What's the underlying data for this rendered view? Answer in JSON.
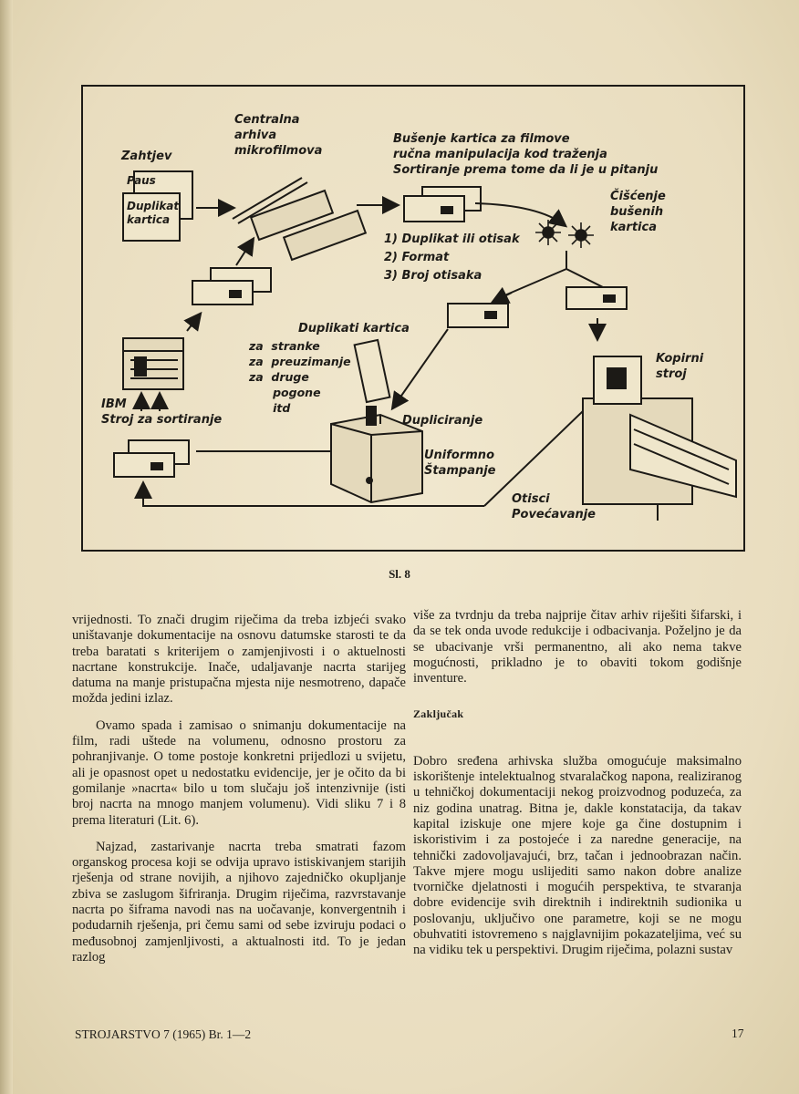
{
  "figure": {
    "zahtjev": "Zahtjev",
    "paus": "Paus",
    "duplikat_kartica": "Duplikat\nkartica",
    "centralna_arhiva": "Centralna\narhiva\nmikrofilmova",
    "busenje": "Bušenje kartica za filmove\nručna manipulacija kod traženja\nSortiranje prema tome da li je u pitanju",
    "ciscenje": "Čišćenje\nbušenih\nkartica",
    "list_items": "1) Duplikat ili otisak\n2) Format\n3) Broj otisaka",
    "duplikati_kartica": "Duplikati kartica",
    "duplikati_list": "za  stranke\nza  preuzimanje\nza  druge\n      pogone\n      itd",
    "ibm": "IBM\nStroj za sortiranje",
    "dupliciranje": "Dupliciranje",
    "uniformno": "Uniformno\nŠtampanje",
    "kopirni": "Kopirni\nstroj",
    "otisci": "Otisci\nPovećavanje"
  },
  "caption": "Sl. 8",
  "left_column": [
    "vrijednosti. To znači drugim riječima da treba izbjeći svako uništavanje dokumentacije na osnovu datumske starosti te da treba baratati s kriterijem o zamjenjivosti i o aktuelnosti nacrtane konstrukcije. Inače, udaljavanje nacrta starijeg datuma na manje pristupačna mjesta nije nesmotreno, dapače možda jedini izlaz.",
    "Ovamo spada i zamisao o snimanju dokumentacije na film, radi uštede na volumenu, odnosno prostoru za pohranjivanje. O tome postoje konkretni prijedlozi u svijetu, ali je opasnost opet u nedostatku evidencije, jer je očito da bi gomilanje »nacrta« bilo u tom slučaju još intenzivnije (isti broj nacrta na mnogo manjem volumenu). Vidi sliku 7 i 8 prema literaturi (Lit. 6).",
    "Najzad, zastarivanje nacrta treba smatrati fazom organskog procesa koji se odvija upravo istiskivanjem starijih rješenja od strane novijih, a njihovo zajedničko okupljanje zbiva se zaslugom šifriranja. Drugim riječima, razvrstavanje nacrta po šiframa navodi nas na uočavanje, konvergentnih i podudarnih rješenja, pri čemu sami od sebe izviruju podaci o međusobnoj zamjenljivosti, a aktualnosti itd. To je jedan razlog"
  ],
  "right_column": {
    "intro": "više za tvrdnju da treba najprije čitav arhiv riješiti šifarski, i da se tek onda uvode redukcije i odbacivanja. Poželjno je da se ubacivanje vrši permanentno, ali ako nema takve mogućnosti, prikladno je to obaviti tokom godišnje inventure.",
    "heading": "Zaključak",
    "conclusion": "Dobro sređena arhivska služba omogućuje maksimalno iskorištenje intelektualnog stvaralačkog napona, realiziranog u tehničkoj dokumentaciji nekog proizvodnog poduzeća, za niz godina unatrag. Bitna je, dakle konstatacija, da takav kapital iziskuje one mjere koje ga čine dostupnim i iskoristivim i za postojeće i za naredne generacije, na tehnički zadovoljavajući, brz, tačan i jednoobrazan način. Takve mjere mogu uslijediti samo nakon dobre analize tvorničke djelatnosti i mogućih perspektiva, te stvaranja dobre evidencije svih direktnih i indirektnih sudionika u poslovanju, uključivo one parametre, koji se ne mogu obuhvatiti istovremeno s najglavnijim pokazateljima, već su na vidiku tek u perspektivi. Drugim riječima, polazni sustav"
  },
  "footer": {
    "journal": "STROJARSTVO 7 (1965) Br. 1—2",
    "page_number": "17"
  }
}
